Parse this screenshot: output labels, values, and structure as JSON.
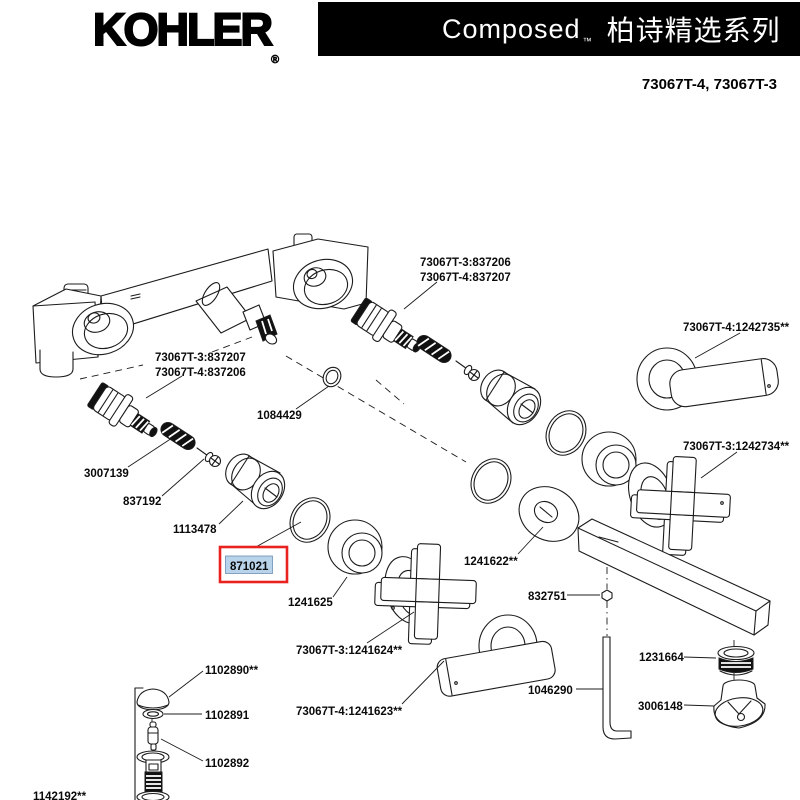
{
  "header": {
    "brand": "KOHLER",
    "registered_mark": "®",
    "series_en": "Composed",
    "trademark": "™",
    "series_zh": "柏诗精选系列",
    "models": "73067T-4, 73067T-3",
    "banner_bg": "#000000",
    "banner_fg": "#ffffff"
  },
  "diagram": {
    "highlight": {
      "part": "871021",
      "box_color": "#e8231f",
      "fill_color": "#b9d3ea",
      "border_color": "#6d90b4"
    },
    "labels": {
      "valve_right_l1": "73067T-3:837206",
      "valve_right_l2": "73067T-4:837207",
      "valve_left_l1": "73067T-3:837207",
      "valve_left_l2": "73067T-4:837206",
      "outlet_oring": "1084429",
      "spring": "3007139",
      "screw": "837192",
      "sleeve": "1113478",
      "flange": "1241625",
      "lever_right": "73067T-4:1242735**",
      "cross_right": "73067T-3:1242734**",
      "spout_escutcheon": "1241622**",
      "setscrew": "832751",
      "hex_key": "1046290",
      "aerator": "1231664",
      "aerator_housing": "3006148",
      "cross_bottom": "73067T-3:1241624**",
      "lever_bottom": "73067T-4:1241623**",
      "drain_stopper": "1102890**",
      "drain_seal": "1102891",
      "drain_stem": "1102892",
      "drain_body": "1142192**"
    }
  }
}
